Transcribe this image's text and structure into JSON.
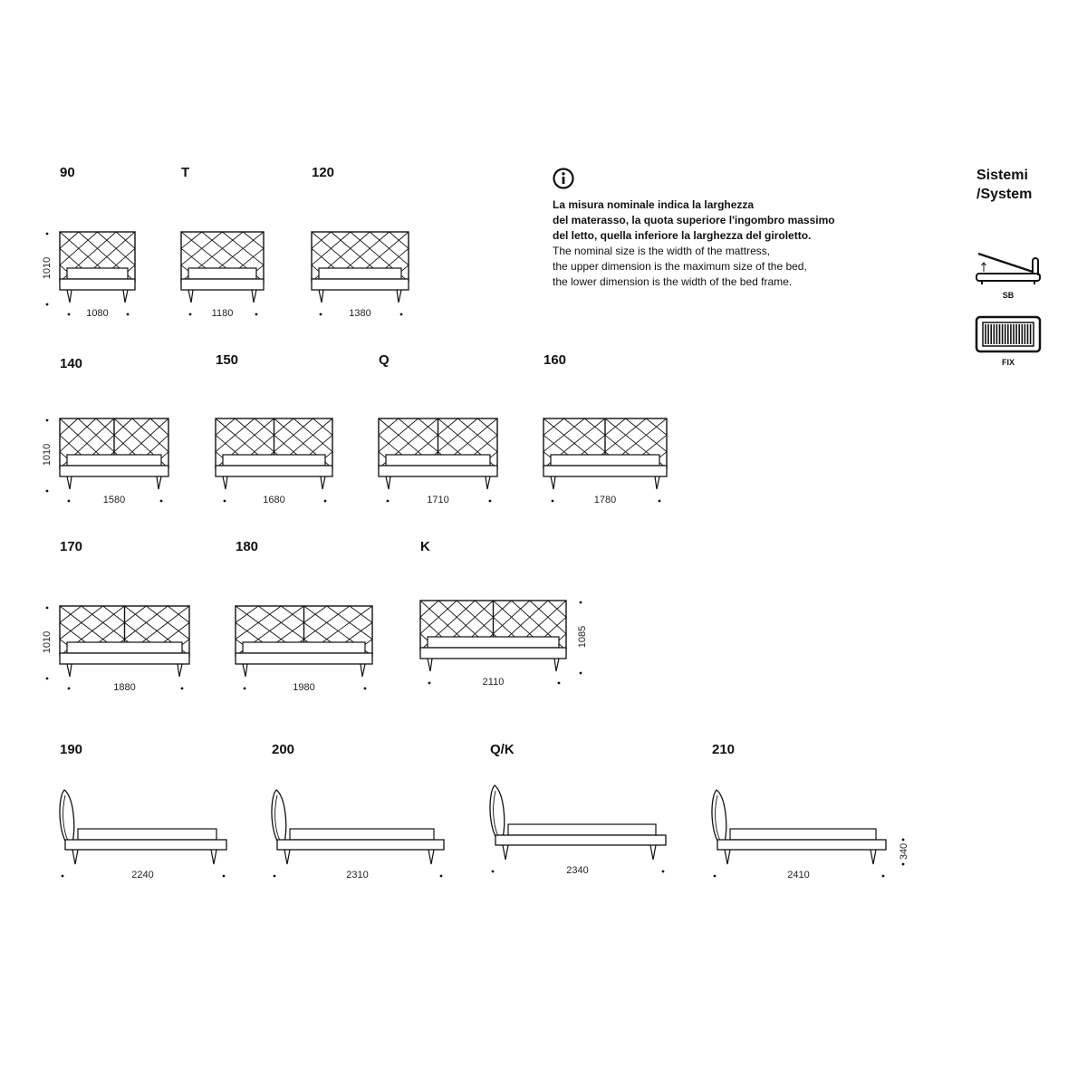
{
  "beds": [
    {
      "label": "90",
      "width_dim": "1080",
      "height_dim": "1010",
      "view": "front",
      "panels": 1
    },
    {
      "label": "T",
      "width_dim": "1180",
      "height_dim": "",
      "view": "front",
      "panels": 1
    },
    {
      "label": "120",
      "width_dim": "1380",
      "height_dim": "",
      "view": "front",
      "panels": 1
    },
    {
      "label": "140",
      "width_dim": "1580",
      "height_dim": "1010",
      "view": "front",
      "panels": 2
    },
    {
      "label": "150",
      "width_dim": "1680",
      "height_dim": "",
      "view": "front",
      "panels": 2
    },
    {
      "label": "Q",
      "width_dim": "1710",
      "height_dim": "",
      "view": "front",
      "panels": 2
    },
    {
      "label": "160",
      "width_dim": "1780",
      "height_dim": "",
      "view": "front",
      "panels": 2
    },
    {
      "label": "170",
      "width_dim": "1880",
      "height_dim": "1010",
      "view": "front",
      "panels": 2
    },
    {
      "label": "180",
      "width_dim": "1980",
      "height_dim": "",
      "view": "front",
      "panels": 2
    },
    {
      "label": "K",
      "width_dim": "2110",
      "height_dim": "1085",
      "view": "front",
      "panels": 2
    },
    {
      "label": "190",
      "width_dim": "2240",
      "height_dim": "",
      "view": "side"
    },
    {
      "label": "200",
      "width_dim": "2310",
      "height_dim": "",
      "view": "side"
    },
    {
      "label": "Q/K",
      "width_dim": "2340",
      "height_dim": "",
      "view": "side"
    },
    {
      "label": "210",
      "width_dim": "2410",
      "height_dim": "340",
      "view": "side"
    }
  ],
  "info": {
    "icon": "info-circle-icon",
    "italian_lines": [
      "La misura nominale indica la larghezza",
      "del materasso, la quota superiore l'ingombro massimo",
      "del letto, quella inferiore la larghezza del giroletto."
    ],
    "english_lines": [
      "The nominal size is the width of the mattress,",
      "the upper dimension is the maximum size of the bed,",
      "the lower dimension is the width of the bed frame."
    ]
  },
  "systems": {
    "title_line1": "Sistemi",
    "title_line2": "/System",
    "items": [
      {
        "code": "SB",
        "icon": "storage-lift-icon"
      },
      {
        "code": "FIX",
        "icon": "fixed-slats-icon"
      }
    ]
  }
}
